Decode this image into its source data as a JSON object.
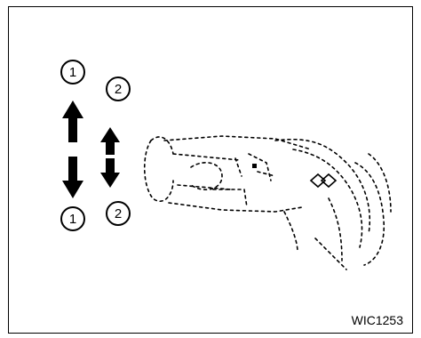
{
  "figure": {
    "code": "WIC1253",
    "callouts": {
      "up_1": "1",
      "up_2": "2",
      "down_1": "1",
      "down_2": "2"
    }
  },
  "colors": {
    "ink": "#000000",
    "background": "#ffffff"
  }
}
